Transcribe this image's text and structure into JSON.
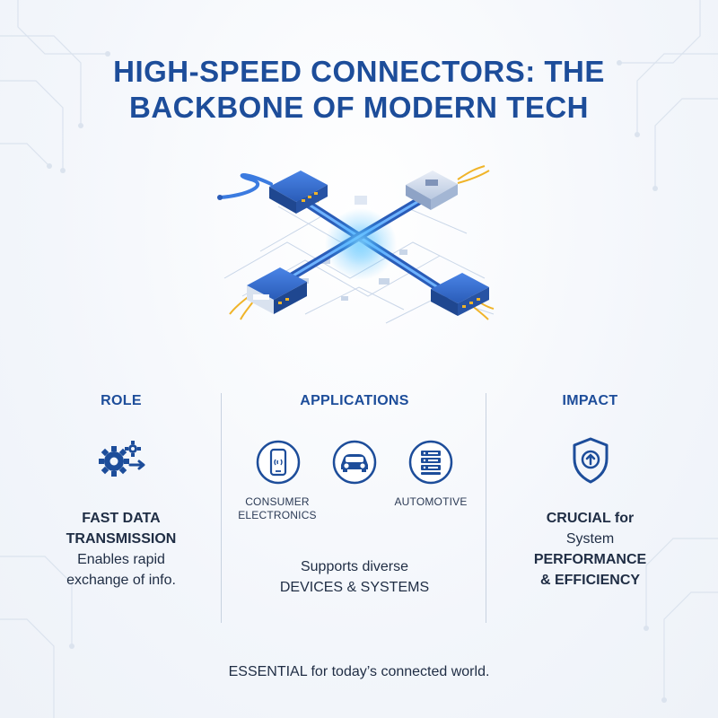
{
  "title": {
    "line1": "HIGH-SPEED CONNECTORS: THE",
    "line2": "BACKBONE OF MODERN TECH"
  },
  "colors": {
    "title": "#1d4d9a",
    "accent_blue": "#2f6fd6",
    "glow": "#39b6ff",
    "gold": "#f0b429"
  },
  "role": {
    "heading": "ROLE",
    "icon": "gears-arrow-icon",
    "strong_line1": "FAST DATA",
    "strong_line2": "TRANSMISSION",
    "desc_line1": "Enables rapid",
    "desc_line2": "exchange of info."
  },
  "applications": {
    "heading": "APPLICATIONS",
    "icons": [
      "smartphone-icon",
      "car-icon",
      "server-icon"
    ],
    "label_consumer_1": "CONSUMER",
    "label_consumer_2": "ELECTRONICS",
    "label_automotive": "AUTOMOTIVE",
    "support_line1": "Supports diverse",
    "support_line2": "DEVICES & SYSTEMS"
  },
  "impact": {
    "heading": "IMPACT",
    "icon": "shield-arrow-up-icon",
    "line1": "CRUCIAL for",
    "line2": "System",
    "line3": "PERFORMANCE",
    "line4": "& EFFICIENCY"
  },
  "footer": "ESSENTIAL for today’s connected world."
}
